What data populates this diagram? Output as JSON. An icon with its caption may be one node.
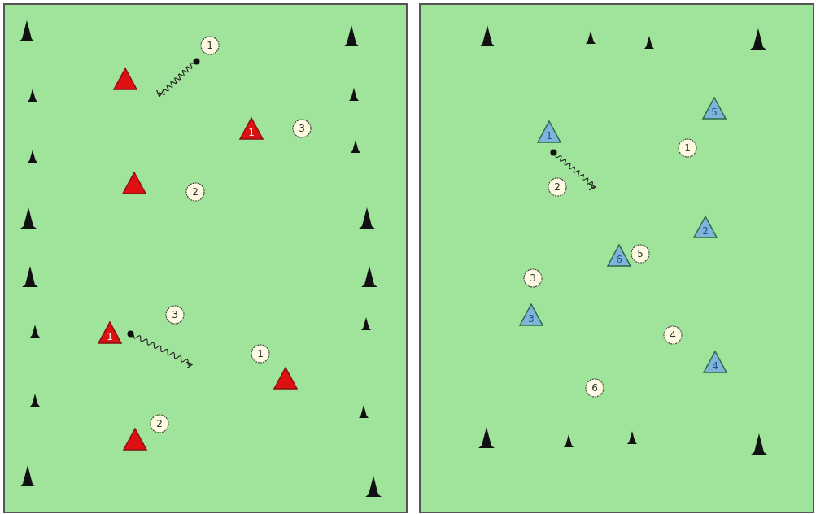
{
  "diagram": {
    "nodes": [
      {
        "text": [
          "1"
        ]
      },
      {
        "text": [],
        "shape": "triangle"
      },
      {
        "text": [],
        "shape": "circle"
      },
      {
        "text": [
          "1"
        ]
      },
      {
        "text": [
          "3"
        ]
      },
      {
        "text": [],
        "shape": "triangle"
      },
      {
        "text": [
          "2"
        ]
      },
      {
        "text": [
          "3"
        ]
      },
      {
        "text": [
          "1"
        ]
      },
      {
        "text": [],
        "shape": "circle"
      },
      {
        "text": [
          "1"
        ]
      },
      {
        "text": [],
        "shape": "triangle"
      },
      {
        "text": [
          "2"
        ]
      },
      {
        "text": [],
        "shape": "triangle"
      },
      {
        "text": [
          "5"
        ]
      },
      {
        "text": [
          "1"
        ]
      },
      {
        "text": [
          "1"
        ]
      },
      {
        "text": [],
        "shape": "circle"
      },
      {
        "text": [
          "2"
        ]
      },
      {
        "text": [
          "2"
        ]
      },
      {
        "text": [
          "6"
        ]
      },
      {
        "text": [
          "5"
        ]
      },
      {
        "text": [
          "3"
        ]
      },
      {
        "text": [
          "3"
        ]
      },
      {
        "text": [
          "4"
        ]
      },
      {
        "text": [
          "4"
        ]
      },
      {
        "text": [
          "6"
        ]
      }
    ],
    "edges": [
      {
        "from": 2,
        "to": null,
        "arrow": "to"
      },
      {
        "from": 9,
        "to": null,
        "arrow": "to"
      },
      {
        "from": 17,
        "to": null,
        "arrow": "to"
      }
    ]
  }
}
